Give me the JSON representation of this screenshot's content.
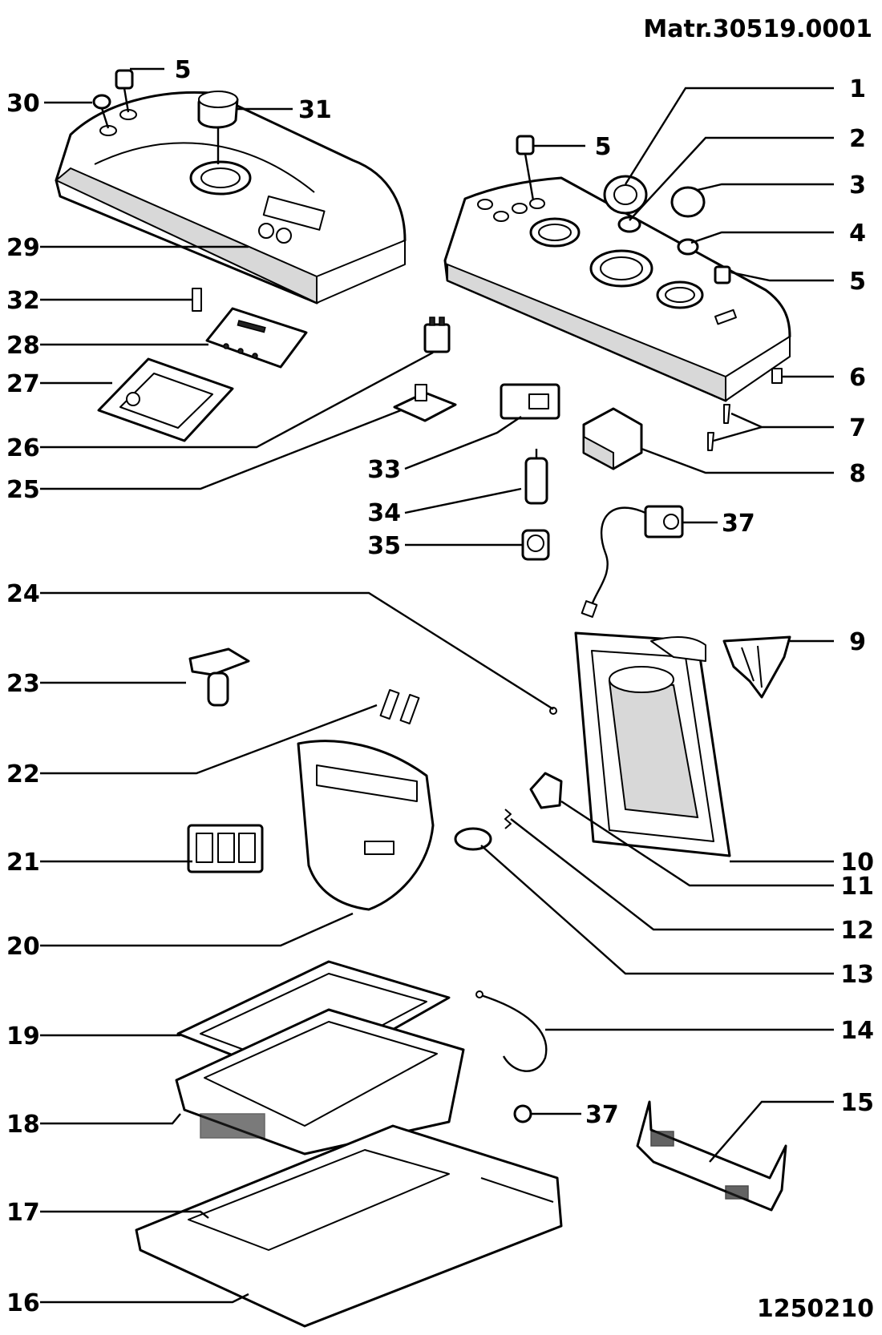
{
  "header": {
    "material_number": "Matr.30519.0001",
    "drawing_number": "1250210"
  },
  "callouts": [
    "1",
    "2",
    "3",
    "4",
    "5",
    "6",
    "7",
    "8",
    "9",
    "10",
    "11",
    "12",
    "13",
    "14",
    "15",
    "16",
    "17",
    "18",
    "19",
    "20",
    "21",
    "22",
    "23",
    "24",
    "25",
    "26",
    "27",
    "28",
    "29",
    "30",
    "31",
    "32",
    "33",
    "34",
    "35",
    "37"
  ]
}
